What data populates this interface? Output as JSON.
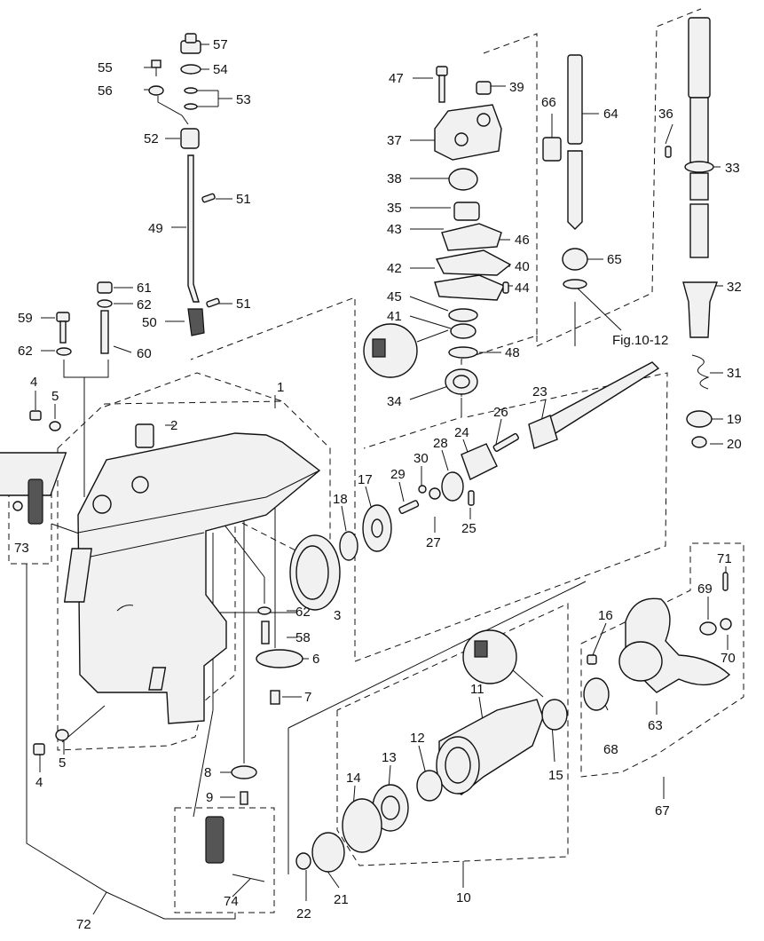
{
  "labels": [
    {
      "id": "57",
      "text": "57"
    },
    {
      "id": "55",
      "text": "55"
    },
    {
      "id": "54",
      "text": "54"
    },
    {
      "id": "56",
      "text": "56"
    },
    {
      "id": "53",
      "text": "53"
    },
    {
      "id": "52",
      "text": "52"
    },
    {
      "id": "51a",
      "text": "51"
    },
    {
      "id": "49",
      "text": "49"
    },
    {
      "id": "61",
      "text": "61"
    },
    {
      "id": "62a",
      "text": "62"
    },
    {
      "id": "51b",
      "text": "51"
    },
    {
      "id": "59",
      "text": "59"
    },
    {
      "id": "50",
      "text": "50"
    },
    {
      "id": "62b",
      "text": "62"
    },
    {
      "id": "60",
      "text": "60"
    },
    {
      "id": "4a",
      "text": "4"
    },
    {
      "id": "5a",
      "text": "5"
    },
    {
      "id": "1",
      "text": "1"
    },
    {
      "id": "2",
      "text": "2"
    },
    {
      "id": "73",
      "text": "73"
    },
    {
      "id": "62c",
      "text": "62"
    },
    {
      "id": "3",
      "text": "3"
    },
    {
      "id": "58",
      "text": "58"
    },
    {
      "id": "6",
      "text": "6"
    },
    {
      "id": "7",
      "text": "7"
    },
    {
      "id": "5b",
      "text": "5"
    },
    {
      "id": "4b",
      "text": "4"
    },
    {
      "id": "8",
      "text": "8"
    },
    {
      "id": "9",
      "text": "9"
    },
    {
      "id": "74",
      "text": "74"
    },
    {
      "id": "72",
      "text": "72"
    },
    {
      "id": "47",
      "text": "47"
    },
    {
      "id": "39",
      "text": "39"
    },
    {
      "id": "37",
      "text": "37"
    },
    {
      "id": "38",
      "text": "38"
    },
    {
      "id": "35",
      "text": "35"
    },
    {
      "id": "43",
      "text": "43"
    },
    {
      "id": "46",
      "text": "46"
    },
    {
      "id": "42",
      "text": "42"
    },
    {
      "id": "40",
      "text": "40"
    },
    {
      "id": "44",
      "text": "44"
    },
    {
      "id": "45",
      "text": "45"
    },
    {
      "id": "41",
      "text": "41"
    },
    {
      "id": "48",
      "text": "48"
    },
    {
      "id": "34",
      "text": "34"
    },
    {
      "id": "66",
      "text": "66"
    },
    {
      "id": "64",
      "text": "64"
    },
    {
      "id": "65",
      "text": "65"
    },
    {
      "id": "36",
      "text": "36"
    },
    {
      "id": "33",
      "text": "33"
    },
    {
      "id": "32",
      "text": "32"
    },
    {
      "id": "31",
      "text": "31"
    },
    {
      "id": "19",
      "text": "19"
    },
    {
      "id": "20",
      "text": "20"
    },
    {
      "id": "23",
      "text": "23"
    },
    {
      "id": "26",
      "text": "26"
    },
    {
      "id": "24",
      "text": "24"
    },
    {
      "id": "28",
      "text": "28"
    },
    {
      "id": "30",
      "text": "30"
    },
    {
      "id": "29",
      "text": "29"
    },
    {
      "id": "17",
      "text": "17"
    },
    {
      "id": "18",
      "text": "18"
    },
    {
      "id": "27",
      "text": "27"
    },
    {
      "id": "25",
      "text": "25"
    },
    {
      "id": "71",
      "text": "71"
    },
    {
      "id": "69",
      "text": "69"
    },
    {
      "id": "16",
      "text": "16"
    },
    {
      "id": "70",
      "text": "70"
    },
    {
      "id": "63",
      "text": "63"
    },
    {
      "id": "11",
      "text": "11"
    },
    {
      "id": "68",
      "text": "68"
    },
    {
      "id": "12",
      "text": "12"
    },
    {
      "id": "13",
      "text": "13"
    },
    {
      "id": "15",
      "text": "15"
    },
    {
      "id": "14",
      "text": "14"
    },
    {
      "id": "67",
      "text": "67"
    },
    {
      "id": "21",
      "text": "21"
    },
    {
      "id": "22",
      "text": "22"
    },
    {
      "id": "10",
      "text": "10"
    }
  ],
  "figure_ref": "Fig.10-12"
}
